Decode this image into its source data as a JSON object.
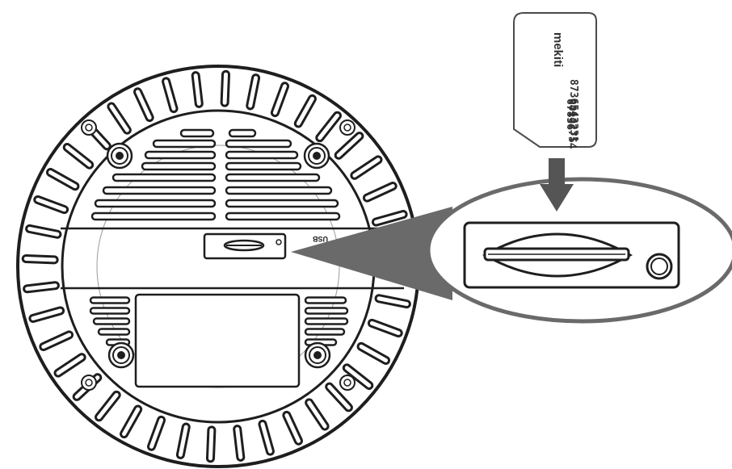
{
  "sim_card": {
    "brand": "mekiti",
    "number_lines": [
      "8736543231",
      "90102754",
      "67836"
    ]
  },
  "device": {
    "port_label": "USB"
  },
  "colors": {
    "ink": "#1e1e1e",
    "arrow": "#555555",
    "callout": "#6a6a6a",
    "background": "#ffffff"
  },
  "icons": [
    "down-arrow-icon",
    "screw-icon",
    "led-icon"
  ]
}
